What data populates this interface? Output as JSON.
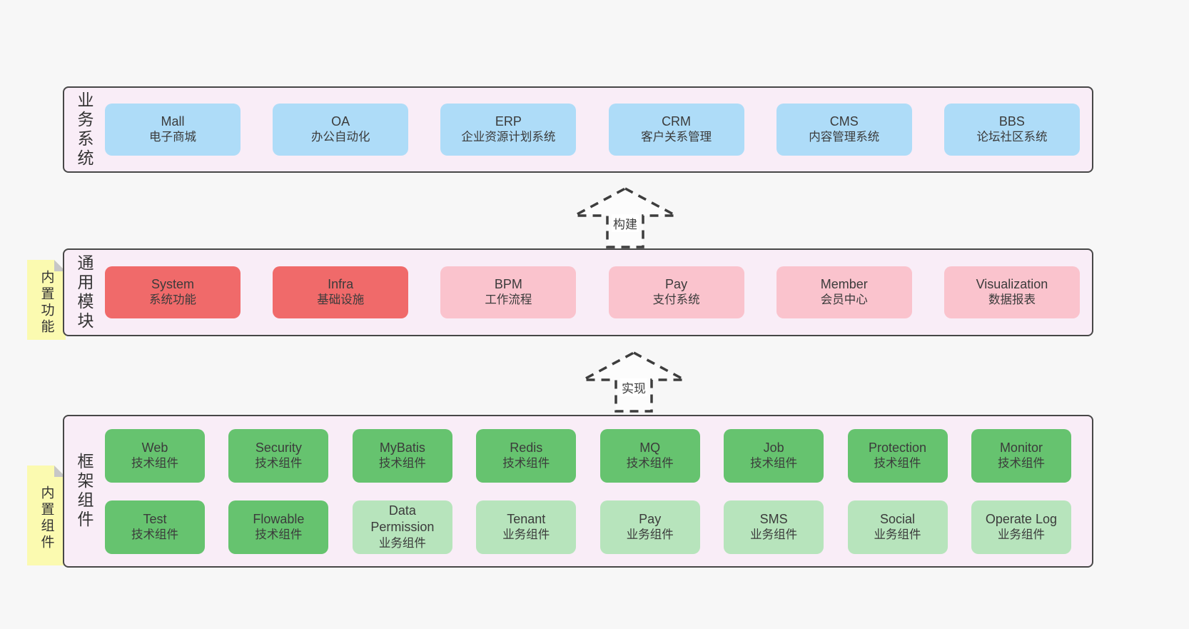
{
  "colors": {
    "page_bg": "#f7f7f7",
    "band_bg": "#f9edf7",
    "band_border": "#474747",
    "sticky_yellow": "#fbfab0",
    "blue": "#aedcf8",
    "red": "#f06a6a",
    "pink": "#fac3cd",
    "green": "#66c36f",
    "lightgreen": "#b7e4bc"
  },
  "arrows": [
    {
      "label": "构建"
    },
    {
      "label": "实现"
    }
  ],
  "bands": [
    {
      "label": "业务系统",
      "boxes": [
        {
          "name": "Mall",
          "desc": "电子商城",
          "color": "blue"
        },
        {
          "name": "OA",
          "desc": "办公自动化",
          "color": "blue"
        },
        {
          "name": "ERP",
          "desc": "企业资源计划系统",
          "color": "blue"
        },
        {
          "name": "CRM",
          "desc": "客户关系管理",
          "color": "blue"
        },
        {
          "name": "CMS",
          "desc": "内容管理系统",
          "color": "blue"
        },
        {
          "name": "BBS",
          "desc": "论坛社区系统",
          "color": "blue"
        }
      ]
    },
    {
      "label": "通用模块",
      "sticky": "内置功能",
      "boxes": [
        {
          "name": "System",
          "desc": "系统功能",
          "color": "red"
        },
        {
          "name": "Infra",
          "desc": "基础设施",
          "color": "red"
        },
        {
          "name": "BPM",
          "desc": "工作流程",
          "color": "pink"
        },
        {
          "name": "Pay",
          "desc": "支付系统",
          "color": "pink"
        },
        {
          "name": "Member",
          "desc": "会员中心",
          "color": "pink"
        },
        {
          "name": "Visualization",
          "desc": "数据报表",
          "color": "pink"
        }
      ]
    },
    {
      "label": "框架组件",
      "sticky": "内置组件",
      "rows": [
        [
          {
            "name": "Web",
            "desc": "技术组件",
            "color": "green"
          },
          {
            "name": "Security",
            "desc": "技术组件",
            "color": "green"
          },
          {
            "name": "MyBatis",
            "desc": "技术组件",
            "color": "green"
          },
          {
            "name": "Redis",
            "desc": "技术组件",
            "color": "green"
          },
          {
            "name": "MQ",
            "desc": "技术组件",
            "color": "green"
          },
          {
            "name": "Job",
            "desc": "技术组件",
            "color": "green"
          },
          {
            "name": "Protection",
            "desc": "技术组件",
            "color": "green"
          },
          {
            "name": "Monitor",
            "desc": "技术组件",
            "color": "green"
          }
        ],
        [
          {
            "name": "Test",
            "desc": "技术组件",
            "color": "green"
          },
          {
            "name": "Flowable",
            "desc": "技术组件",
            "color": "green"
          },
          {
            "name": "Data Permission",
            "desc": "业务组件",
            "color": "lightgreen"
          },
          {
            "name": "Tenant",
            "desc": "业务组件",
            "color": "lightgreen"
          },
          {
            "name": "Pay",
            "desc": "业务组件",
            "color": "lightgreen"
          },
          {
            "name": "SMS",
            "desc": "业务组件",
            "color": "lightgreen"
          },
          {
            "name": "Social",
            "desc": "业务组件",
            "color": "lightgreen"
          },
          {
            "name": "Operate Log",
            "desc": "业务组件",
            "color": "lightgreen"
          }
        ]
      ]
    }
  ]
}
